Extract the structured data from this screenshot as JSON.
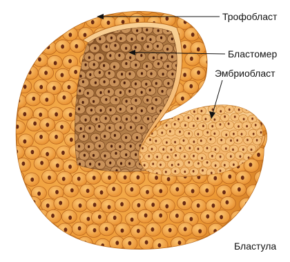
{
  "labels": {
    "trophoblast": "Трофобласт",
    "blastomere": "Бластомер",
    "embryoblast": "Эмбриобласт"
  },
  "caption": "Бластула",
  "colors": {
    "outer_cells": "#f1a13f",
    "cell_border": "#b8661f",
    "inner_cavity": "#a06a3a",
    "inner_cells": "#c9925a",
    "cut_surface": "#f7c178",
    "nucleus": "#6a2a12",
    "pointer": "#111111"
  }
}
